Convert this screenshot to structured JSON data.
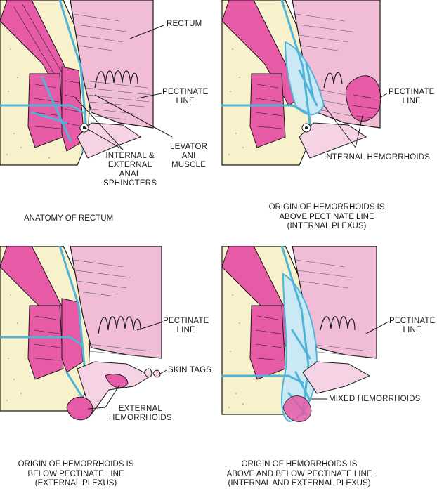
{
  "panels": {
    "anatomy": {
      "caption": [
        "ANATOMY OF RECTUM"
      ],
      "labels": {
        "rectum": "RECTUM",
        "pectinate": [
          "PECTINATE",
          "LINE"
        ],
        "levator": [
          "LEVATOR",
          "ANI",
          "MUSCLE"
        ],
        "sphincters": [
          "INTERNAL &",
          "EXTERNAL",
          "ANAL",
          "SPHINCTERS"
        ]
      }
    },
    "internal": {
      "caption": [
        "ORIGIN OF HEMORRHOIDS IS",
        "ABOVE PECTINATE LINE",
        "(INTERNAL PLEXUS)"
      ],
      "labels": {
        "pectinate": [
          "PECTINATE",
          "LINE"
        ],
        "hemorrhoids": "INTERNAL HEMORRHOIDS"
      }
    },
    "external": {
      "caption": [
        "ORIGIN OF HEMORRHOIDS IS",
        "BELOW PECTINATE LINE",
        "(EXTERNAL PLEXUS)"
      ],
      "labels": {
        "pectinate": [
          "PECTINATE",
          "LINE"
        ],
        "skin_tags": "SKIN TAGS",
        "hemorrhoids": [
          "EXTERNAL",
          "HEMORRHOIDS"
        ]
      }
    },
    "mixed": {
      "caption": [
        "ORIGIN OF HEMORRHOIDS IS",
        "ABOVE AND BELOW PECTINATE LINE",
        "(INTERNAL AND EXTERNAL PLEXUS)"
      ],
      "labels": {
        "pectinate": [
          "PECTINATE",
          "LINE"
        ],
        "hemorrhoids": "MIXED HEMORRHOIDS"
      }
    }
  },
  "colors": {
    "rectum": "#f0bcd6",
    "muscle": "#e65aa6",
    "vein": "#4fb4d8",
    "fat": "#f7f1cc",
    "skin": "#f5d3e4",
    "line": "#1a1a1a"
  }
}
